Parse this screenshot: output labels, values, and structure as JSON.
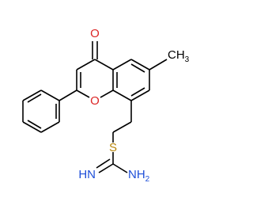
{
  "molecule": {
    "atom_labels": {
      "carbonyl_oxygen": "O",
      "ring_oxygen": "O",
      "methyl": "CH",
      "methyl_subscript": "3",
      "sulfur": "S",
      "imine": "HN",
      "amine": "NH",
      "amine_subscript": "2"
    },
    "colors": {
      "oxygen": "#dc2626",
      "sulfur": "#b8860b",
      "nitrogen": "#1d4ed8",
      "carbon_methyl": "#000000",
      "bond": "#000000"
    }
  }
}
